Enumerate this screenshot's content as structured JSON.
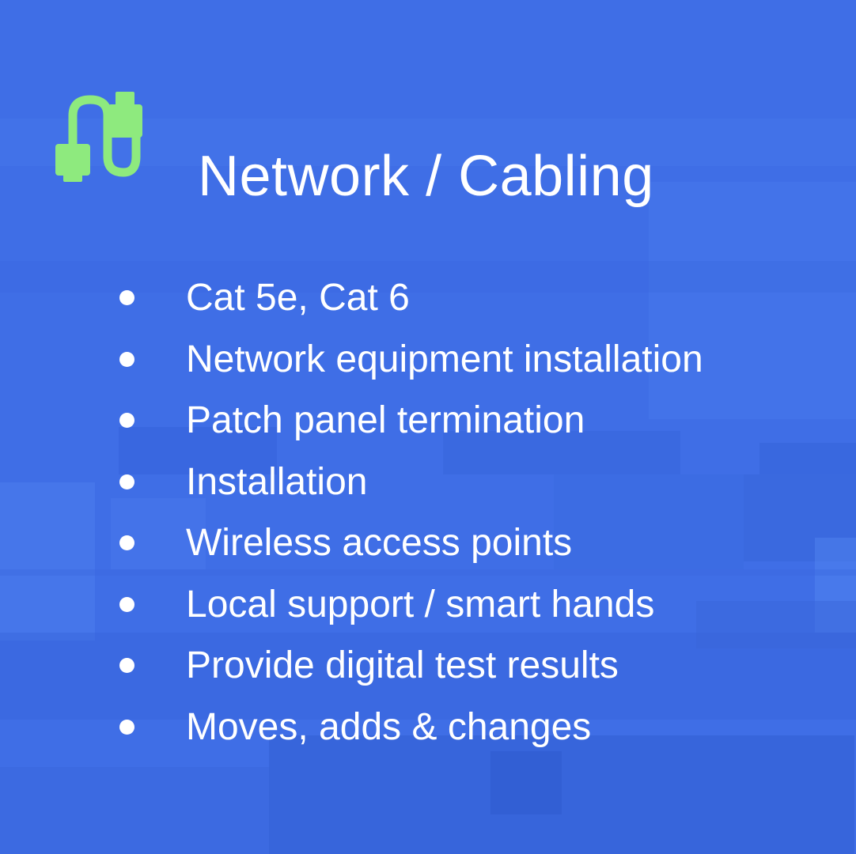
{
  "colors": {
    "background": "#3f6ee6",
    "accent": "#8eea7e",
    "text": "#ffffff"
  },
  "header": {
    "icon": "network-cable-icon",
    "title": "Network / Cabling"
  },
  "services": [
    {
      "label": "Cat 5e, Cat 6"
    },
    {
      "label": "Network equipment installation"
    },
    {
      "label": "Patch panel termination"
    },
    {
      "label": "Installation"
    },
    {
      "label": "Wireless access points"
    },
    {
      "label": "Local support / smart hands"
    },
    {
      "label": "Provide digital test results"
    },
    {
      "label": "Moves, adds & changes"
    }
  ]
}
